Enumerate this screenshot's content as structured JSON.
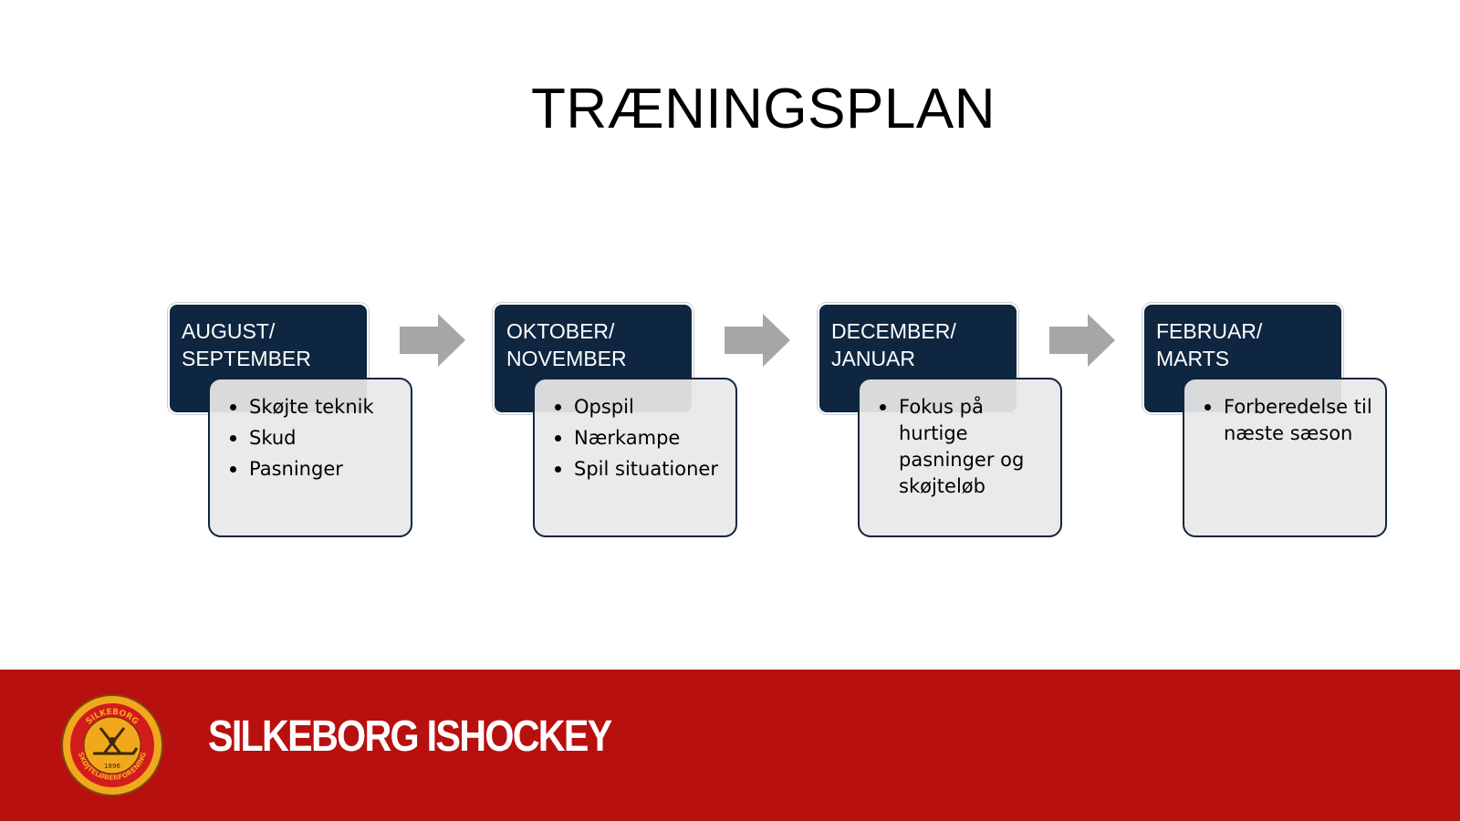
{
  "slide": {
    "title": "TRÆNINGSPLAN"
  },
  "stages": [
    {
      "header_line1": "AUGUST/",
      "header_line2": "SEPTEMBER",
      "items": [
        "Skøjte teknik",
        "Skud",
        "Pasninger"
      ]
    },
    {
      "header_line1": "OKTOBER/",
      "header_line2": "NOVEMBER",
      "items": [
        "Opspil",
        "Nærkampe",
        "Spil situationer"
      ]
    },
    {
      "header_line1": "DECEMBER/",
      "header_line2": "JANUAR",
      "items": [
        "Fokus på hurtige pasninger og skøjteløb"
      ]
    },
    {
      "header_line1": "FEBRUAR/",
      "header_line2": "MARTS",
      "items": [
        "Forberedelse til næste sæson"
      ]
    }
  ],
  "footer": {
    "brand": "SILKEBORG ISHOCKEY",
    "logo_top_text": "SILKEBORG",
    "logo_bottom_text": "SKØJTELØBERFORENING",
    "logo_year": "1896"
  },
  "colors": {
    "header_fill": "#0f2640",
    "body_fill": "#e8e8e8",
    "arrow": "#a6a6a6",
    "footer": "#b8100f",
    "logo_gold": "#f2a81d",
    "logo_red": "#d21c1c"
  },
  "icons": {
    "flow_arrow": "right-arrow-icon",
    "logo": "club-logo-icon"
  }
}
